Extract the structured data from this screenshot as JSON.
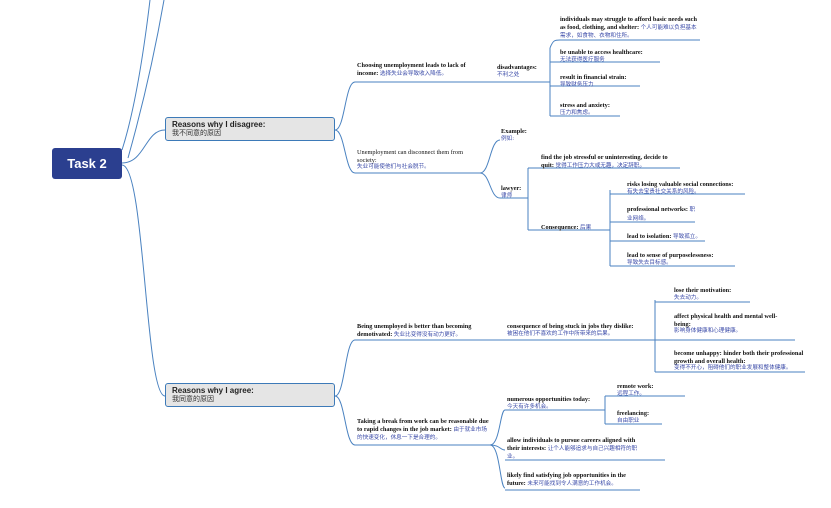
{
  "root": {
    "label": "Task 2"
  },
  "disagree": {
    "title_en": "Reasons why I disagree:",
    "title_zh": "我不同意的原因",
    "n1": {
      "en": "Choosing unemployment leads to lack of income:",
      "zh": "选择失业会导致收入降低。"
    },
    "dis": {
      "en": "disadvantages:",
      "zh": "不利之处"
    },
    "d1": {
      "en": "individuals may struggle to afford basic needs such as food, clothing, and shelter:",
      "zh": "个人可能难以负担基本需求，如食物、衣物和住所。"
    },
    "d2": {
      "en": "be unable to access healthcare:",
      "zh": "无法获得医疗服务"
    },
    "d3": {
      "en": "result in financial strain:",
      "zh": "导致财务压力"
    },
    "d4": {
      "en": "stress and anxiety:",
      "zh": "压力和焦虑。"
    },
    "n2": {
      "en": "Unemployment can disconnect them from society:",
      "zh": "失业可能使他们与社会脱节。"
    },
    "example": {
      "en": "Example:",
      "zh": "例如:"
    },
    "lawyer": {
      "en": "lawyer:",
      "zh": "律师"
    },
    "l1": {
      "en": "find the job stressful or uninteresting, decide to quit:",
      "zh": "觉得工作压力大或无趣，决定辞职。"
    },
    "conseq": {
      "en": "Consequence:",
      "zh": "后果"
    },
    "c1": {
      "en": "risks losing valuable social connections:",
      "zh": "有失去宝贵社交关系的风险。"
    },
    "c2": {
      "en": "professional networks:",
      "zh": "职业网络。"
    },
    "c3": {
      "en": "lead to isolation:",
      "zh": "导致孤立。"
    },
    "c4": {
      "en": "lead to sense of purposelessness:",
      "zh": "导致失去目标感。"
    }
  },
  "agree": {
    "title_en": "Reasons why I agree:",
    "title_zh": "我同意的原因",
    "n3": {
      "en": "Being unemployed is better than becoming demotivated:",
      "zh": "失业比变得没有动力更好。"
    },
    "s1": {
      "en": "consequence of being stuck in jobs they dislike:",
      "zh": "被困在他们不喜欢的工作中所带来的后果。"
    },
    "s1a": {
      "en": "lose their motivation:",
      "zh": "失去动力。"
    },
    "s1b": {
      "en": "affect physical health and mental well-being:",
      "zh": "影响身体健康和心理健康。"
    },
    "s1c": {
      "en": "become unhappy: hinder both their professional growth and overall health:",
      "zh": "变得不开心，阻碍他们的职业发展和整体健康。"
    },
    "n4": {
      "en": "Taking a break from work can be reasonable due to rapid changes in the job market:",
      "zh": "由于就业市场的快速变化，休息一下是合理的。"
    },
    "o1": {
      "en": "numerous opportunities today:",
      "zh": "今天有许多机会。"
    },
    "o1a": {
      "en": "remote work:",
      "zh": "远程工作。"
    },
    "o1b": {
      "en": "freelancing:",
      "zh": "自由职业"
    },
    "o2": {
      "en": "allow individuals to pursue careers aligned with their interests:",
      "zh": "让个人能够追求与自己兴趣相符的职业。"
    },
    "o3": {
      "en": "likely find satisfying job opportunities in the future:",
      "zh": "未来可能找到令人满意的工作机会。"
    }
  }
}
